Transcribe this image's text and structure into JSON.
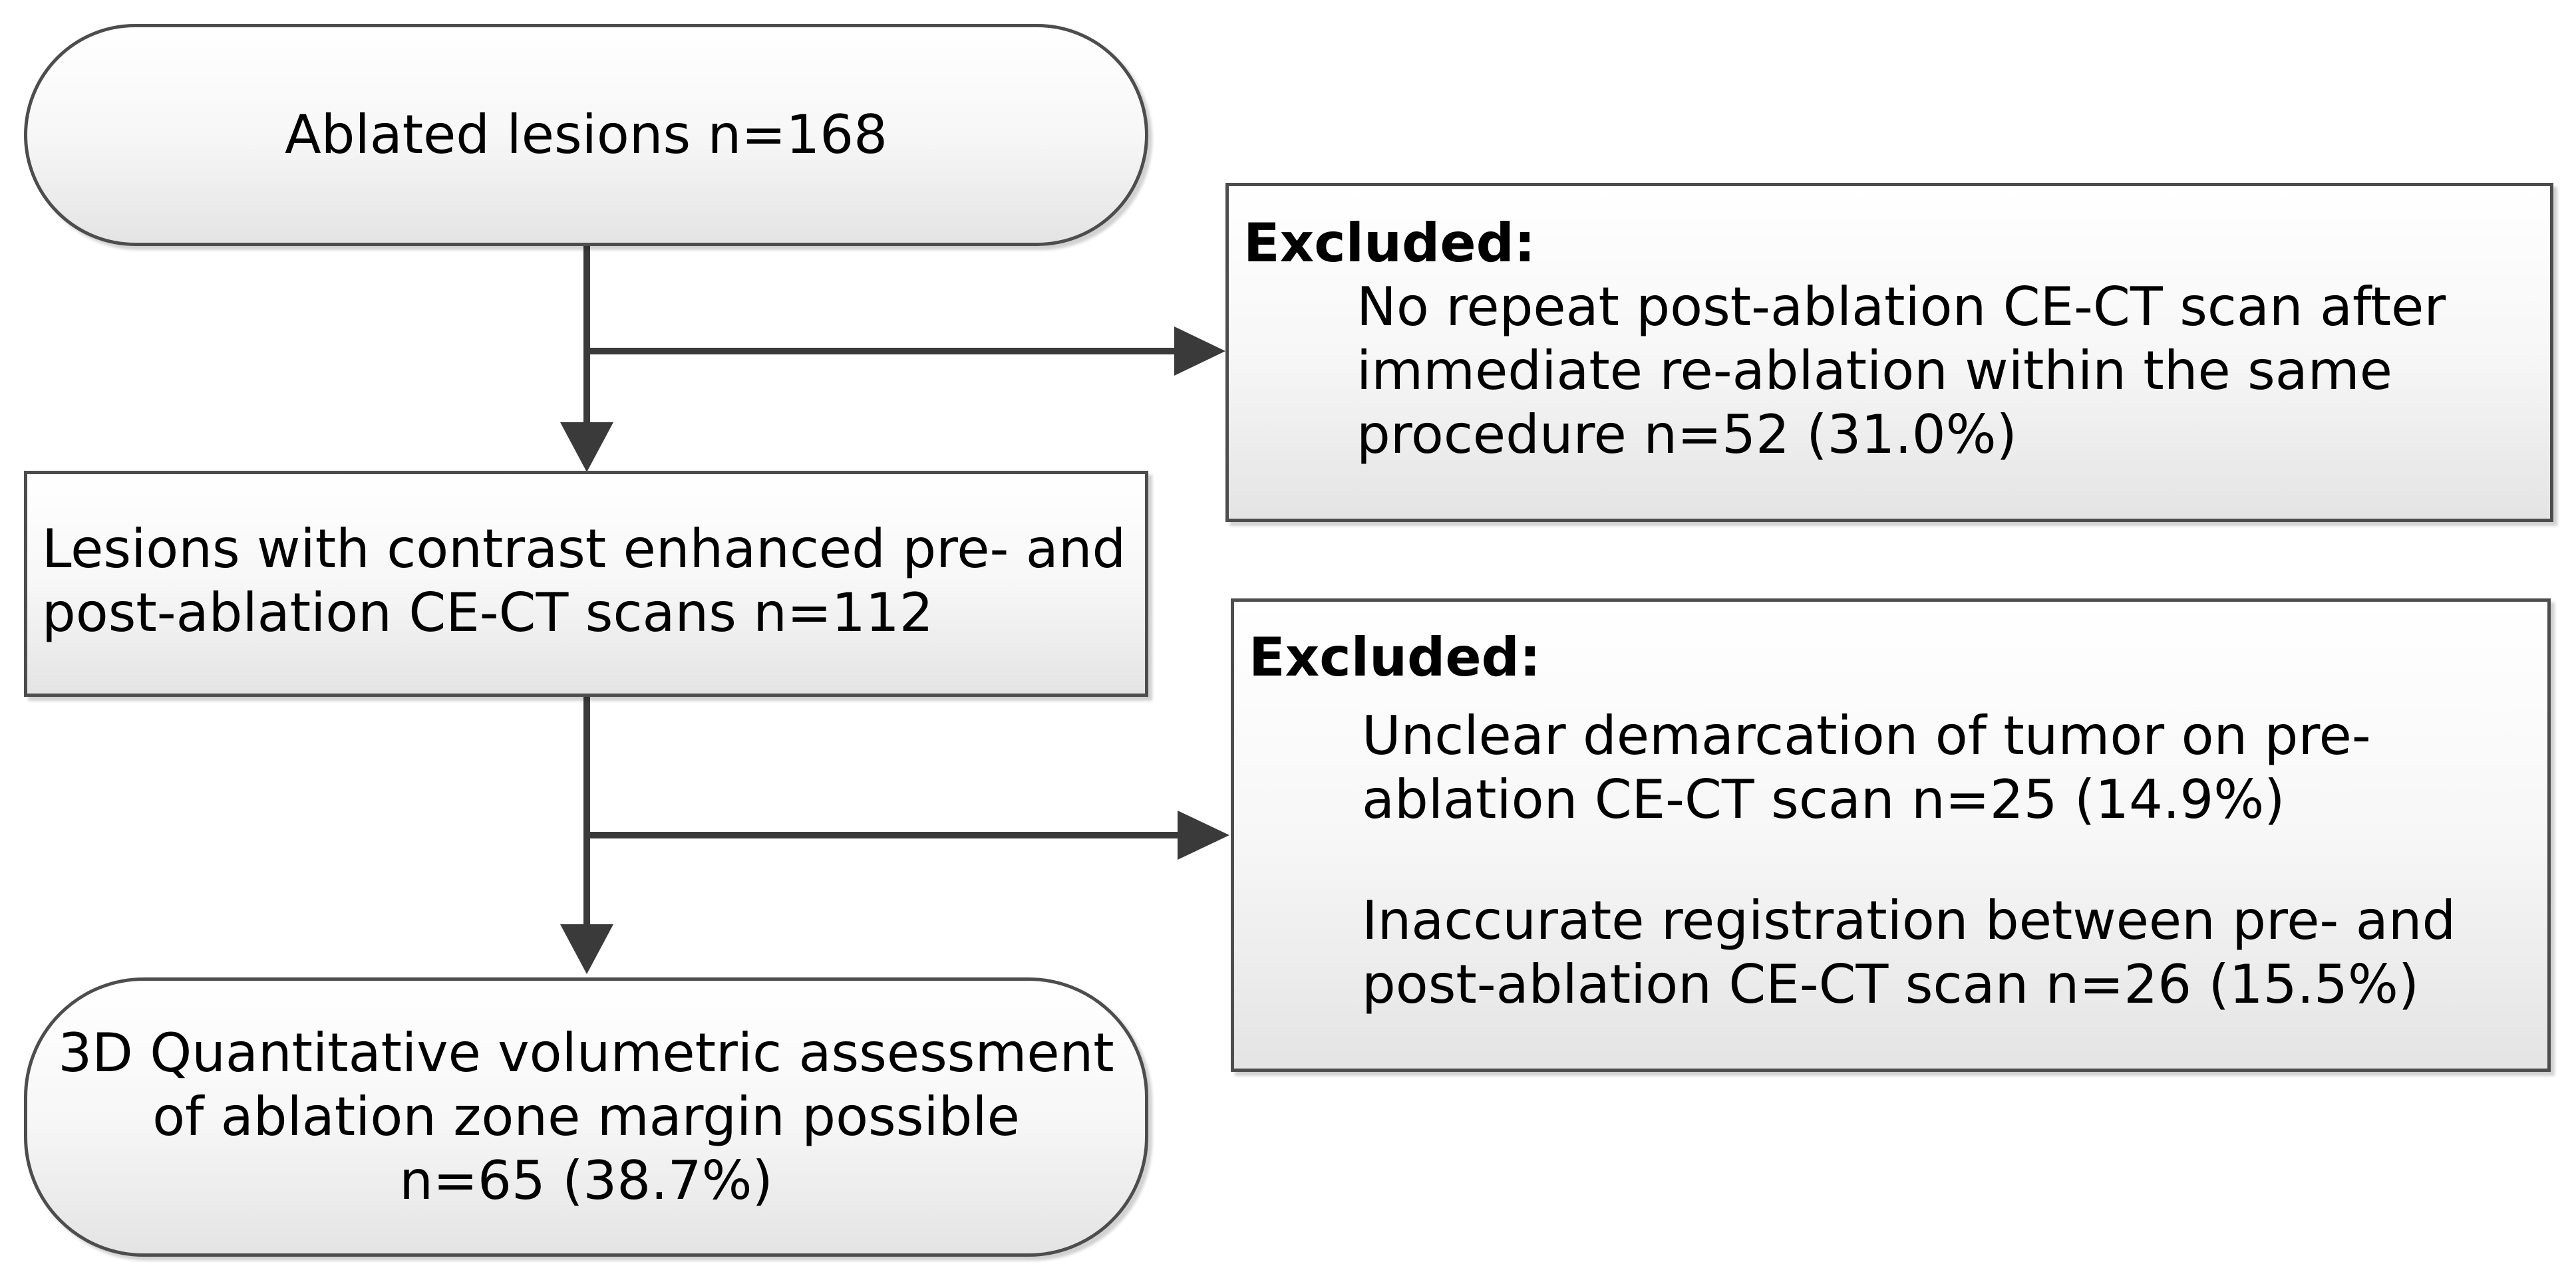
{
  "nodes": {
    "start": {
      "label": "Ablated lesions n=168"
    },
    "middle": {
      "line1": "Lesions with contrast enhanced pre- and",
      "line2": "post-ablation CE-CT scans n=112"
    },
    "end": {
      "line1": "3D Quantitative volumetric assessment",
      "line2": "of ablation zone margin possible",
      "line3": "n=65 (38.7%)"
    },
    "exclusion1": {
      "heading": "Excluded:",
      "line1": "No repeat post-ablation CE-CT scan after",
      "line2": "immediate re-ablation within the same",
      "line3": "procedure n=52 (31.0%)"
    },
    "exclusion2": {
      "heading": "Excluded:",
      "item1_line1": "Unclear demarcation of tumor on pre-",
      "item1_line2": "ablation CE-CT scan n=25 (14.9%)",
      "item2_line1": "Inaccurate registration between pre- and",
      "item2_line2": "post-ablation CE-CT scan n=26 (15.5%)"
    }
  },
  "colors": {
    "border": "#4d4d4d",
    "connector": "#3a3a3a",
    "fill_top": "#ffffff",
    "fill_bottom": "#e4e4e4"
  }
}
